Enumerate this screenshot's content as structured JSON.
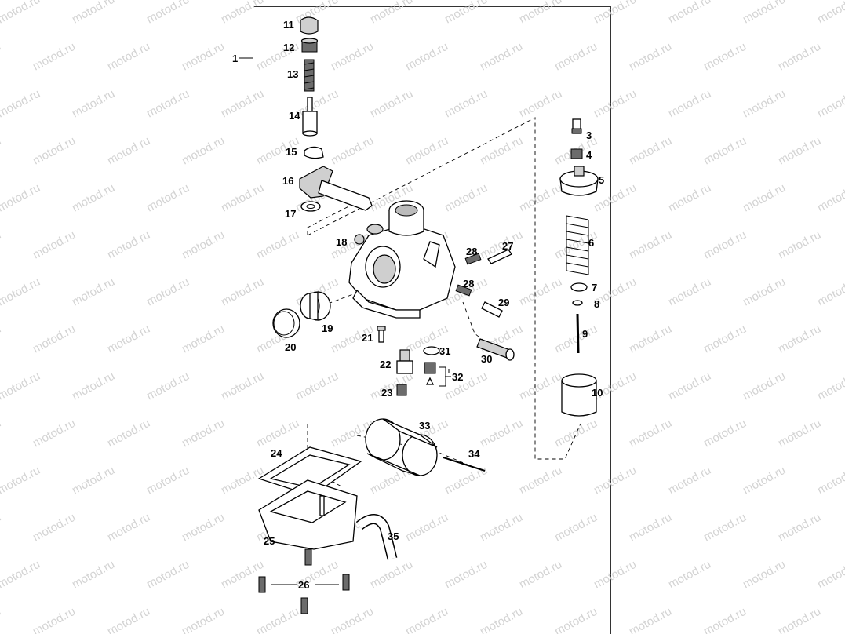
{
  "diagram": {
    "watermark_text": "motod.ru",
    "assembly_label": "1",
    "labels": {
      "p3": "3",
      "p4": "4",
      "p5": "5",
      "p6": "6",
      "p7": "7",
      "p8": "8",
      "p9": "9",
      "p10": "10",
      "p11": "11",
      "p12": "12",
      "p13": "13",
      "p14": "14",
      "p15": "15",
      "p16": "16",
      "p17": "17",
      "p18": "18",
      "p19": "19",
      "p20": "20",
      "p21": "21",
      "p22": "22",
      "p23": "23",
      "p24": "24",
      "p25": "25",
      "p26": "26",
      "p27": "27",
      "p28a": "28",
      "p28b": "28",
      "p29": "29",
      "p30": "30",
      "p31": "31",
      "p32": "32",
      "p33": "33",
      "p34": "34",
      "p35": "35"
    }
  }
}
